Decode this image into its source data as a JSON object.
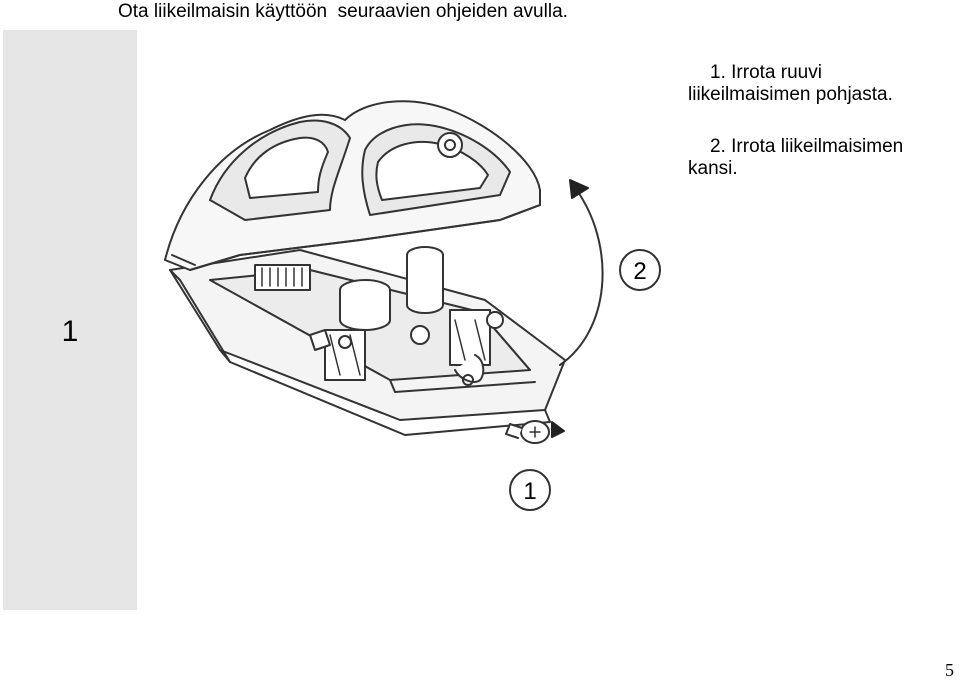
{
  "intro": "Ota liikeilmaisin käyttöön  seuraavien ohjeiden avulla.",
  "step_number": "1",
  "instructions": [
    {
      "number": "1.",
      "text_line1": "Irrota ruuvi",
      "text_line2": "liikeilmaisimen pohjasta."
    },
    {
      "number": "2.",
      "text_line1": "Irrota liikeilmaisimen",
      "text_line2": "kansi."
    }
  ],
  "illustration": {
    "callout_1": "1",
    "callout_2": "2"
  },
  "page_number": "5"
}
